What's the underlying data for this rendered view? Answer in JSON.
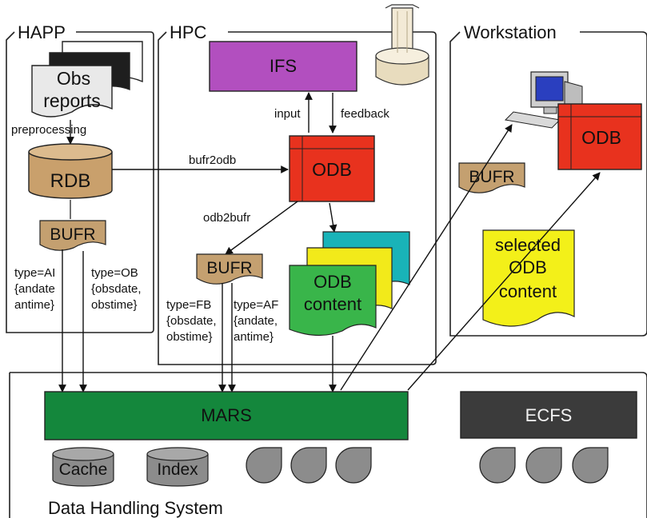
{
  "groups": {
    "happ": "HAPP",
    "hpc": "HPC",
    "workstation": "Workstation",
    "dhs": "Data Handling System"
  },
  "nodes": {
    "obs_line1": "Obs",
    "obs_line2": "reports",
    "rdb": "RDB",
    "bufr_happ": "BUFR",
    "ifs": "IFS",
    "odb_hpc": "ODB",
    "bufr_hpc": "BUFR",
    "odb_content_line1": "ODB",
    "odb_content_line2": "content",
    "bufr_ws": "BUFR",
    "odb_ws": "ODB",
    "selected_line1": "selected",
    "selected_line2": "ODB",
    "selected_line3": "content",
    "mars": "MARS",
    "ecfs": "ECFS",
    "cache": "Cache",
    "index": "Index"
  },
  "edge_labels": {
    "preprocessing": "preprocessing",
    "bufr2odb": "bufr2odb",
    "input": "input",
    "feedback": "feedback",
    "odb2bufr": "odb2bufr",
    "type_ai": [
      "type=AI",
      "{andate",
      "antime}"
    ],
    "type_ob": [
      "type=OB",
      "{obsdate,",
      "obstime}"
    ],
    "type_fb": [
      "type=FB",
      "{obsdate,",
      "obstime}"
    ],
    "type_af": [
      "type=AF",
      "{andate,",
      "antime}"
    ]
  },
  "icons": [
    "document-stack-icon",
    "database-cylinder-icon",
    "supercomputer-icon",
    "workstation-computer-icon",
    "tape-cartridge-icon"
  ],
  "colors": {
    "ifs": "#b24fbf",
    "odb": "#e8321e",
    "mars": "#14873c",
    "ecfs": "#3b3b3b",
    "rdb": "#c9a06c",
    "bufr": "#c4a070",
    "odb_content_green": "#39b54a",
    "odb_content_yellow": "#f2ea1a",
    "odb_content_teal": "#19b3b8",
    "selected": "#f3f019",
    "disk": "#8c8c8c"
  }
}
